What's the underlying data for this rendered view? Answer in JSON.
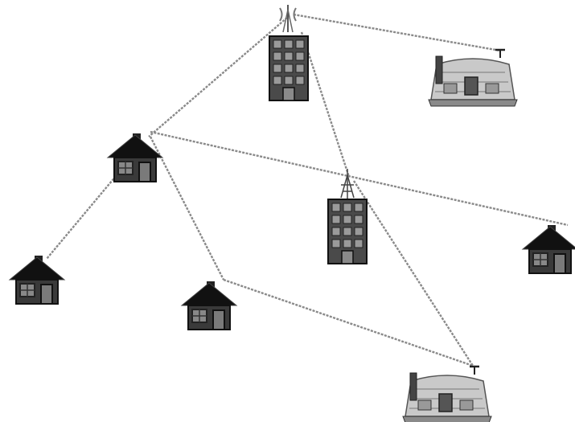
{
  "diagram": {
    "type": "network-topology",
    "nodes": [
      {
        "id": "tower-top",
        "kind": "tower",
        "icon": "antenna-tower-icon"
      },
      {
        "id": "apartment-top",
        "kind": "apartment",
        "icon": "apartment-building-icon"
      },
      {
        "id": "apartment-center",
        "kind": "apartment-with-antenna",
        "icon": "apartment-building-antenna-icon"
      },
      {
        "id": "cottage-top-right",
        "kind": "cottage",
        "icon": "thatched-cottage-icon"
      },
      {
        "id": "cottage-bottom",
        "kind": "cottage",
        "icon": "thatched-cottage-icon"
      },
      {
        "id": "house-left-top",
        "kind": "house",
        "icon": "house-icon"
      },
      {
        "id": "house-far-left",
        "kind": "house",
        "icon": "house-icon"
      },
      {
        "id": "house-middle",
        "kind": "house",
        "icon": "house-icon"
      },
      {
        "id": "house-right",
        "kind": "house",
        "icon": "house-icon"
      }
    ],
    "links": [
      [
        "tower-top",
        "cottage-top-right"
      ],
      [
        "tower-top",
        "house-left-top"
      ],
      [
        "tower-top",
        "apartment-center"
      ],
      [
        "house-left-top",
        "house-far-left"
      ],
      [
        "house-left-top",
        "house-middle"
      ],
      [
        "house-left-top",
        "house-right"
      ],
      [
        "house-middle",
        "cottage-bottom"
      ],
      [
        "apartment-center",
        "cottage-bottom"
      ]
    ],
    "colors": {
      "line": "#8a8a8a",
      "dark": "#111111",
      "wall": "#3a3a3a",
      "window": "#9a9a9a"
    }
  }
}
